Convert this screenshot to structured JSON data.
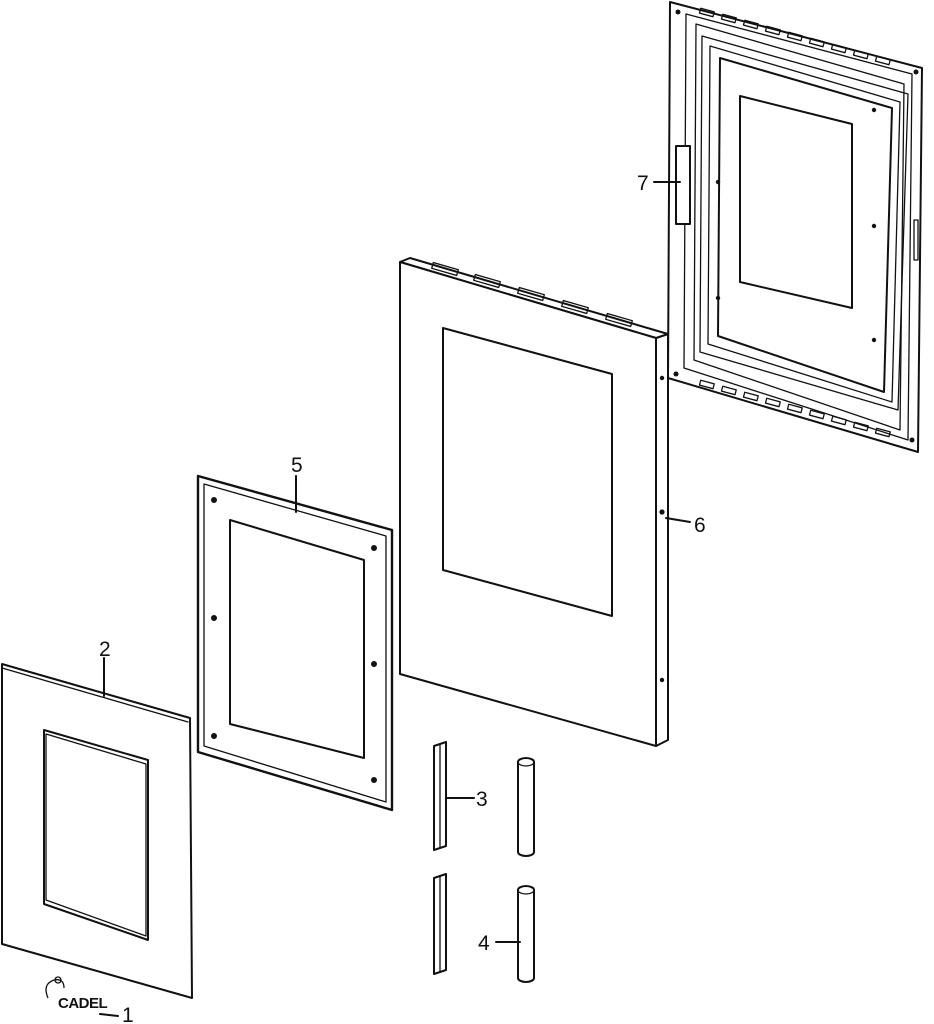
{
  "callouts": [
    {
      "id": "c1",
      "number": "1",
      "part": "logo badge"
    },
    {
      "id": "c2",
      "number": "2",
      "part": "outer glass front"
    },
    {
      "id": "c3",
      "number": "3",
      "part": "side trim strips"
    },
    {
      "id": "c4",
      "number": "4",
      "part": "rod pieces"
    },
    {
      "id": "c5",
      "number": "5",
      "part": "gasket frame"
    },
    {
      "id": "c6",
      "number": "6",
      "part": "door panel"
    },
    {
      "id": "c7",
      "number": "7",
      "part": "inner door frame"
    }
  ],
  "logo": {
    "text": "CADEL"
  },
  "colors": {
    "line": "#111111",
    "background": "#ffffff"
  }
}
